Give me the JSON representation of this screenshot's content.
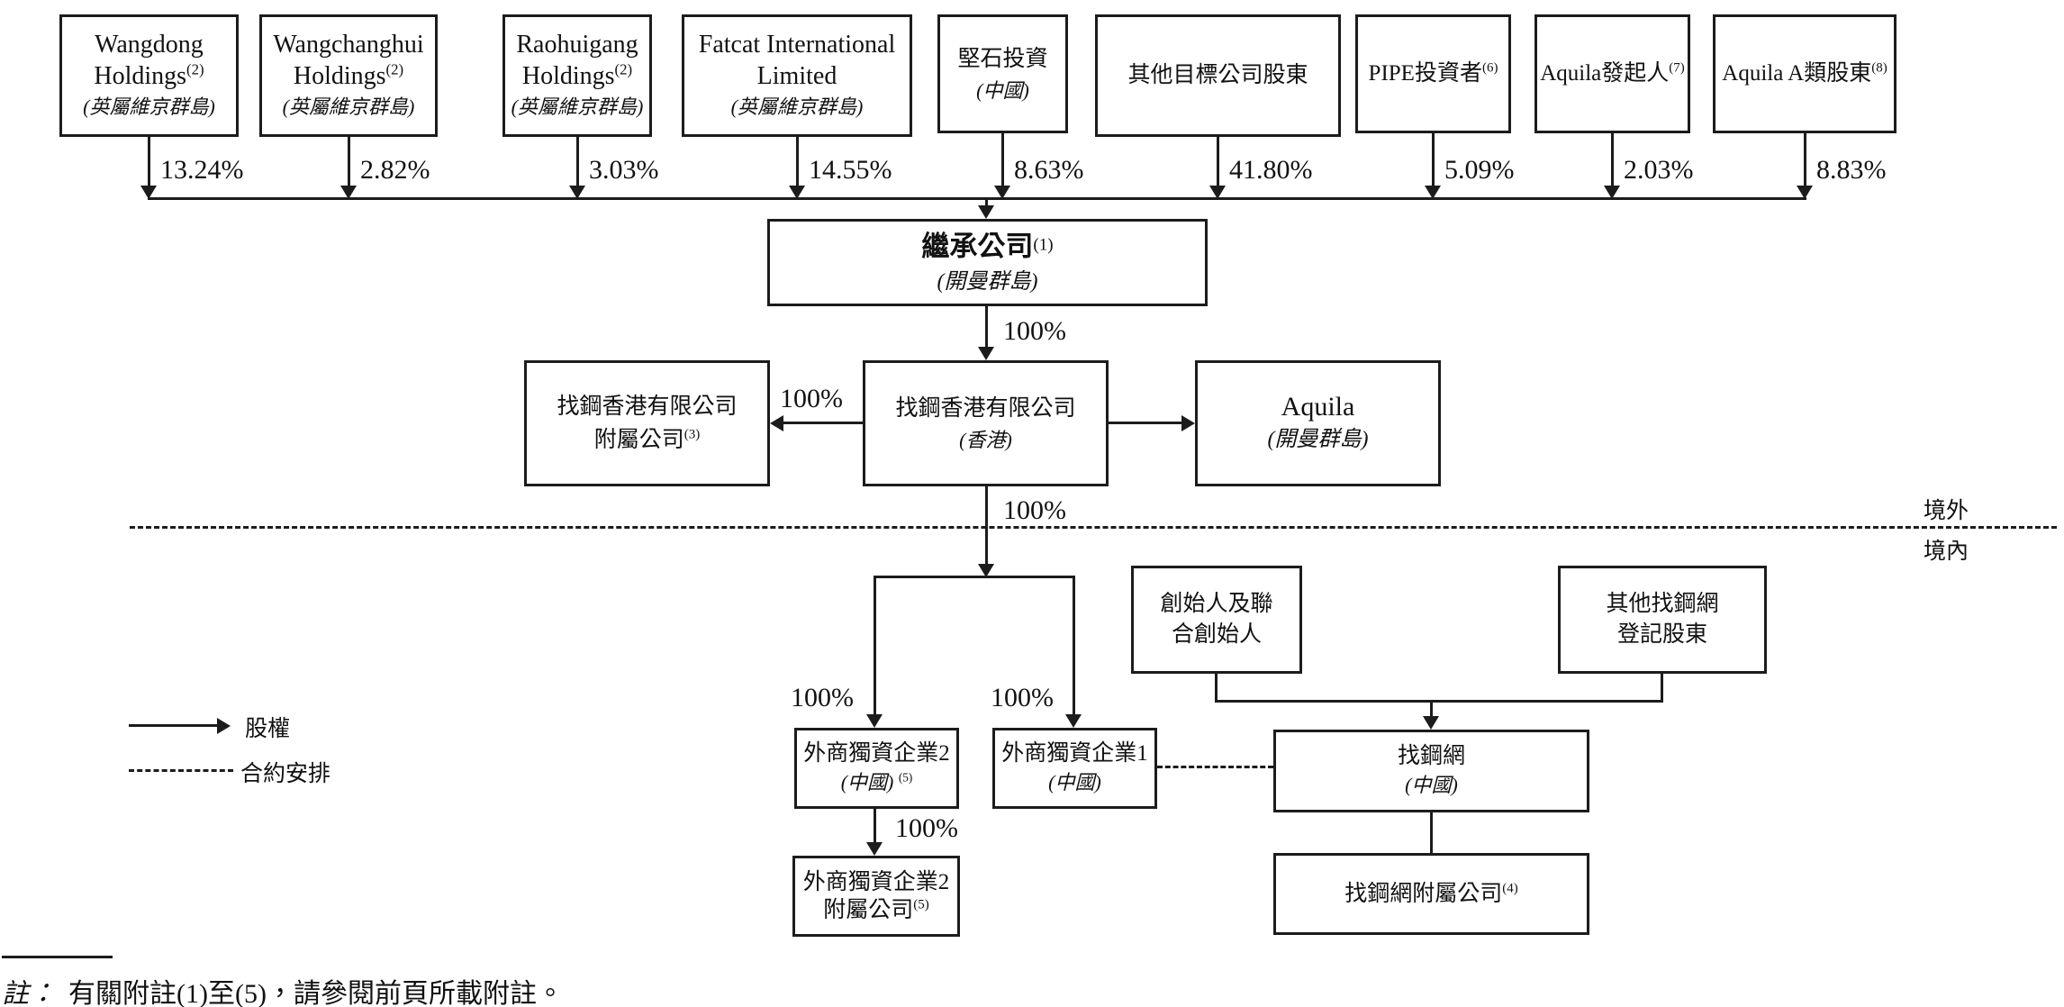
{
  "nodes": {
    "wangdong": {
      "line1": "Wangdong",
      "line2": "Holdings",
      "sup": "(2)",
      "loc": "(英屬維京群島)",
      "pct": "13.24%"
    },
    "wangchanghui": {
      "line1": "Wangchanghui",
      "line2": "Holdings",
      "sup": "(2)",
      "loc": "(英屬維京群島)",
      "pct": "2.82%"
    },
    "raohuigang": {
      "line1": "Raohuigang",
      "line2": "Holdings",
      "sup": "(2)",
      "loc": "(英屬維京群島)",
      "pct": "3.03%"
    },
    "fatcat": {
      "line1": "Fatcat International",
      "line2": "Limited",
      "loc": "(英屬維京群島)",
      "pct": "14.55%"
    },
    "jianshi": {
      "line1": "堅石投資",
      "loc": "(中國)",
      "pct": "8.63%"
    },
    "other_target": {
      "line1": "其他目標公司股東",
      "pct": "41.80%"
    },
    "pipe": {
      "line1": "PIPE投資者",
      "sup": "(6)",
      "pct": "5.09%"
    },
    "aquila_sponsor": {
      "line1": "Aquila發起人",
      "sup": "(7)",
      "pct": "2.03%"
    },
    "aquila_class_a": {
      "line1": "Aquila A類股東",
      "sup": "(8)",
      "pct": "8.83%"
    },
    "successor": {
      "line1": "繼承公司",
      "sup": "(1)",
      "loc": "(開曼群島)"
    },
    "zg_hk_sub": {
      "line1": "找鋼香港有限公司",
      "line2": "附屬公司",
      "sup": "(3)"
    },
    "zg_hk": {
      "line1": "找鋼香港有限公司",
      "loc": "(香港)"
    },
    "aquila": {
      "line1": "Aquila",
      "loc": "(開曼群島)"
    },
    "founders": {
      "line1": "創始人及聯",
      "line2": "合創始人"
    },
    "other_registered": {
      "line1": "其他找鋼網",
      "line2": "登記股東"
    },
    "wfoe2": {
      "line1": "外商獨資企業2",
      "loc": "(中國)",
      "sup": "(5)"
    },
    "wfoe1": {
      "line1": "外商獨資企業1",
      "loc": "(中國)"
    },
    "wfoe2_sub": {
      "line1": "外商獨資企業2",
      "line2": "附屬公司",
      "sup": "(5)"
    },
    "zgw": {
      "line1": "找鋼網",
      "loc": "(中國)"
    },
    "zgw_sub": {
      "line1": "找鋼網附屬公司",
      "sup": "(4)"
    }
  },
  "edge_labels": {
    "full": "100%"
  },
  "region_labels": {
    "offshore": "境外",
    "onshore": "境內"
  },
  "legend": {
    "equity": "股權",
    "contractual": "合約安排"
  },
  "footnote": {
    "prefix": "註：",
    "text": "有關附註(1)至(5)，請參閱前頁所載附註。"
  },
  "colors": {
    "line": "#1c1c1c",
    "background": "#ffffff",
    "text": "#111111"
  }
}
